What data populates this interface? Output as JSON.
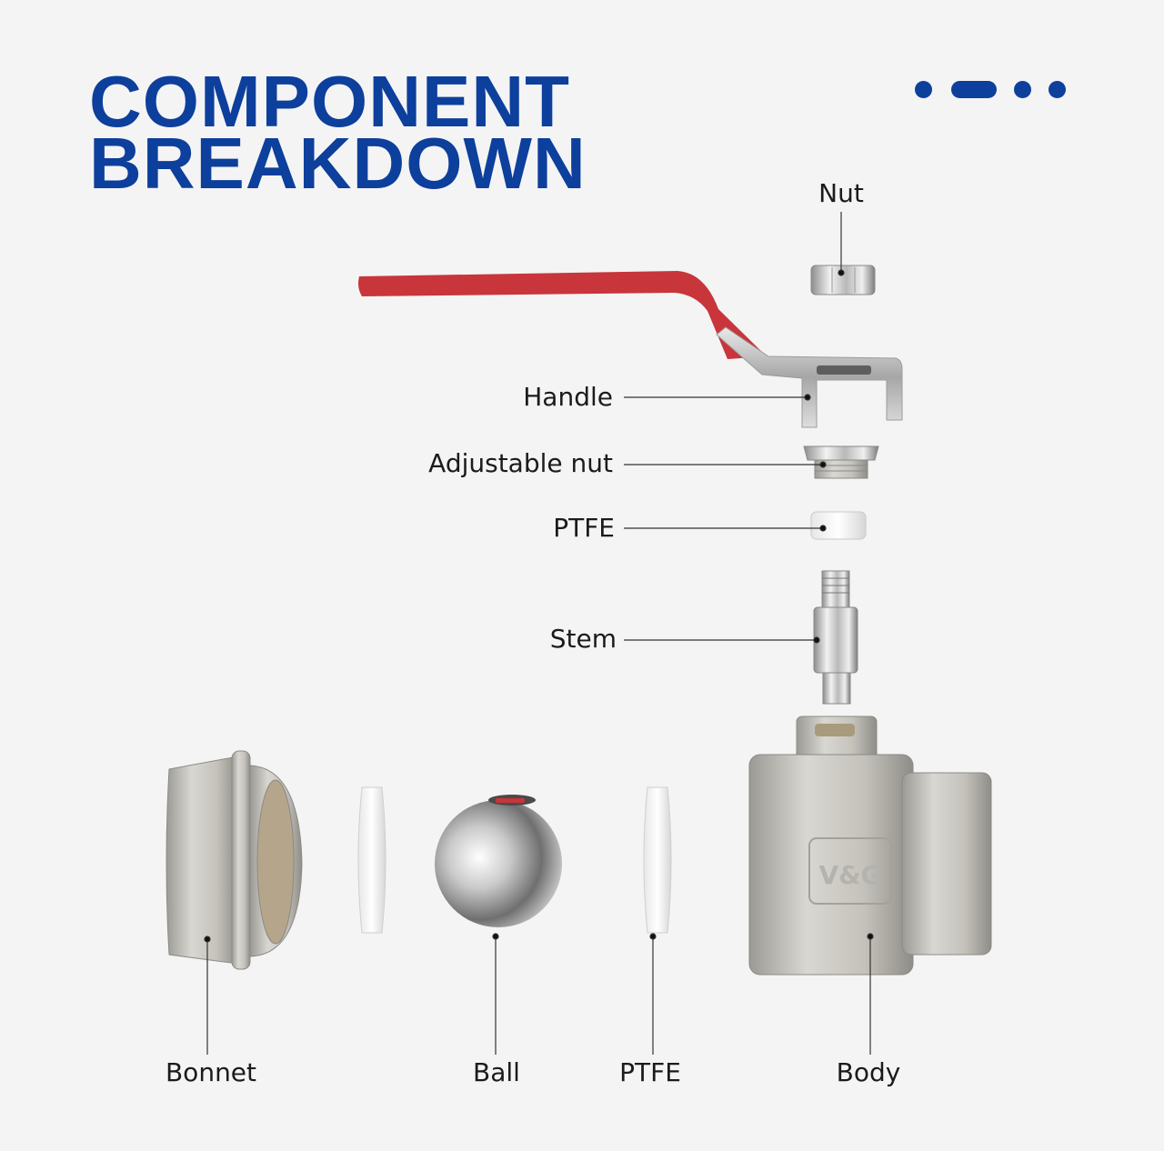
{
  "title": {
    "line1": "COMPONENT",
    "line2": "BREAKDOWN"
  },
  "brand_color": "#0d3f9c",
  "handle_color": "#c8353b",
  "body_marking": "V&G",
  "labels": {
    "nut": "Nut",
    "handle": "Handle",
    "adjustable_nut": "Adjustable nut",
    "ptfe_top": "PTFE",
    "stem": "Stem",
    "bonnet": "Bonnet",
    "ball": "Ball",
    "ptfe_bottom": "PTFE",
    "body": "Body"
  }
}
